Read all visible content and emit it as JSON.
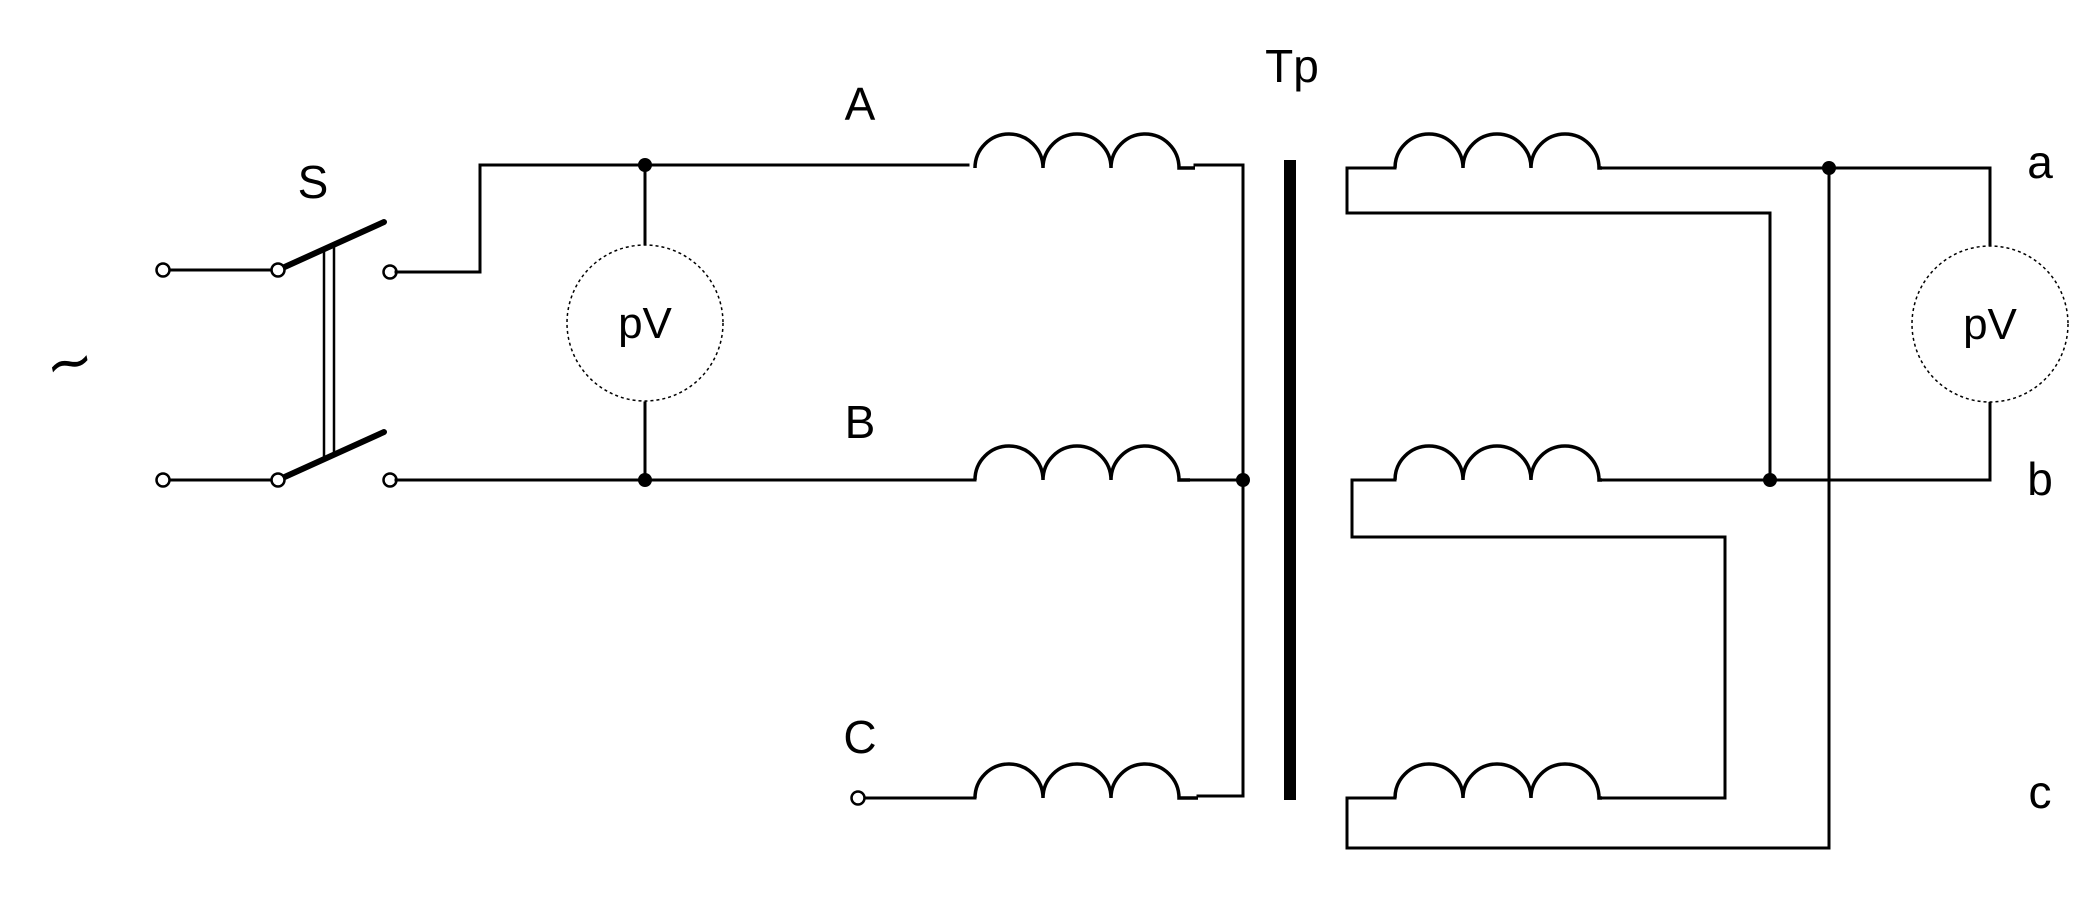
{
  "source": {
    "symbol": "~"
  },
  "switch": {
    "label": "S"
  },
  "transformer": {
    "label": "Tp"
  },
  "primary": {
    "phase_labels": [
      "A",
      "B",
      "C"
    ]
  },
  "secondary": {
    "phase_labels": [
      "a",
      "b",
      "c"
    ]
  },
  "meters": [
    {
      "label": "pV"
    },
    {
      "label": "pV"
    }
  ]
}
